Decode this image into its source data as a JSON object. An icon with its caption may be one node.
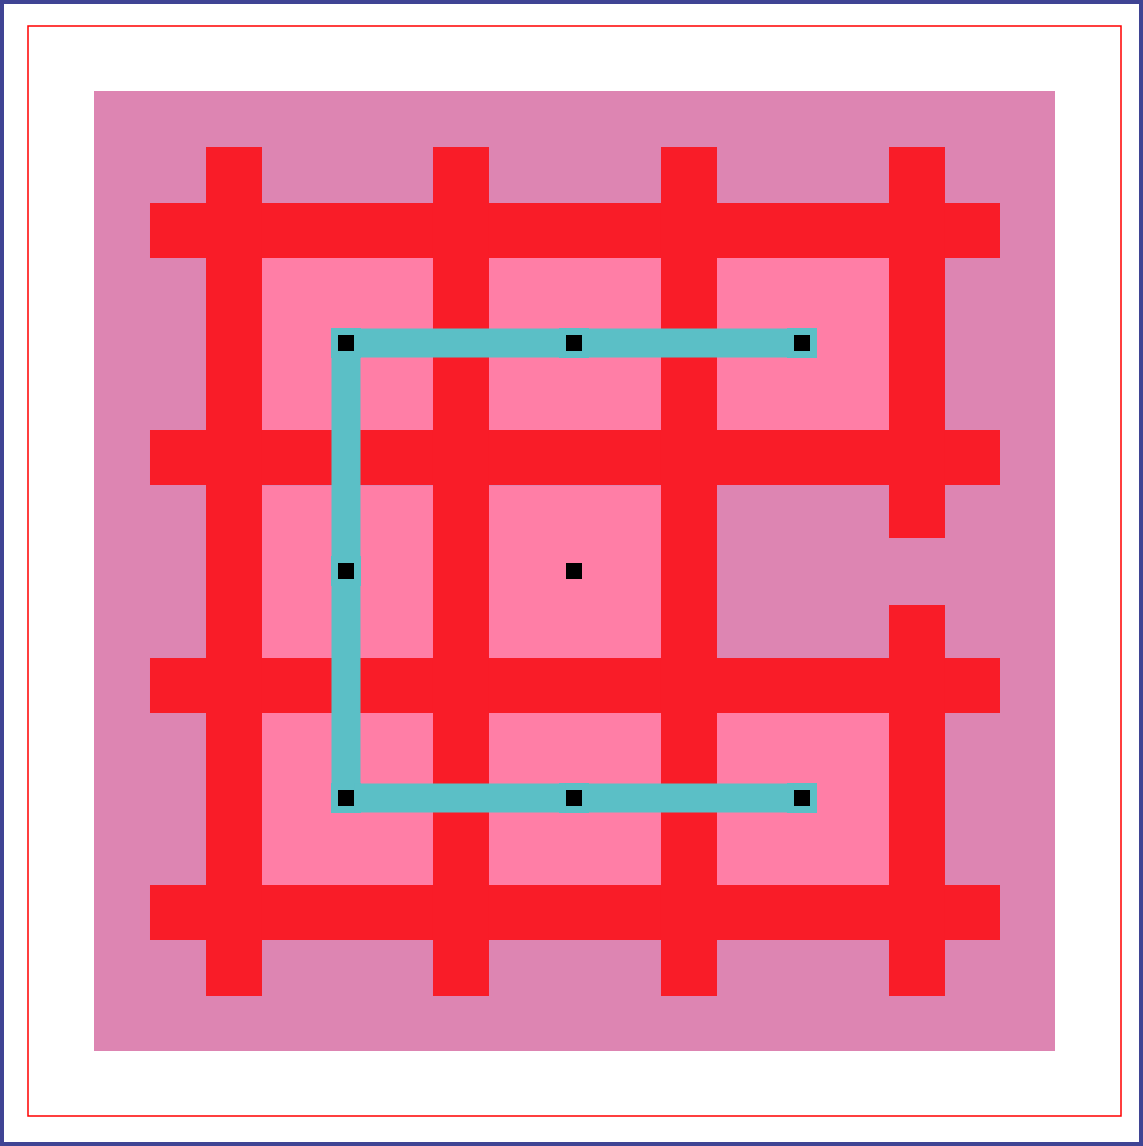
{
  "diagram": {
    "nodes": [
      {
        "text": [],
        "shape": "box"
      },
      {
        "text": [],
        "shape": "box"
      },
      {
        "text": [],
        "shape": "box"
      },
      {
        "text": [],
        "shape": "box"
      },
      {
        "text": [],
        "shape": "box"
      },
      {
        "text": [],
        "shape": "box"
      },
      {
        "text": [],
        "shape": "box"
      },
      {
        "text": [],
        "shape": "box"
      }
    ],
    "edges": [
      {
        "from": 2,
        "to": 1,
        "arrow": "none"
      },
      {
        "from": 1,
        "to": 0,
        "arrow": "none"
      },
      {
        "from": 0,
        "to": 3,
        "arrow": "none"
      },
      {
        "from": 3,
        "to": 5,
        "arrow": "none"
      },
      {
        "from": 5,
        "to": 6,
        "arrow": "none"
      },
      {
        "from": 6,
        "to": 7,
        "arrow": "none"
      }
    ]
  }
}
